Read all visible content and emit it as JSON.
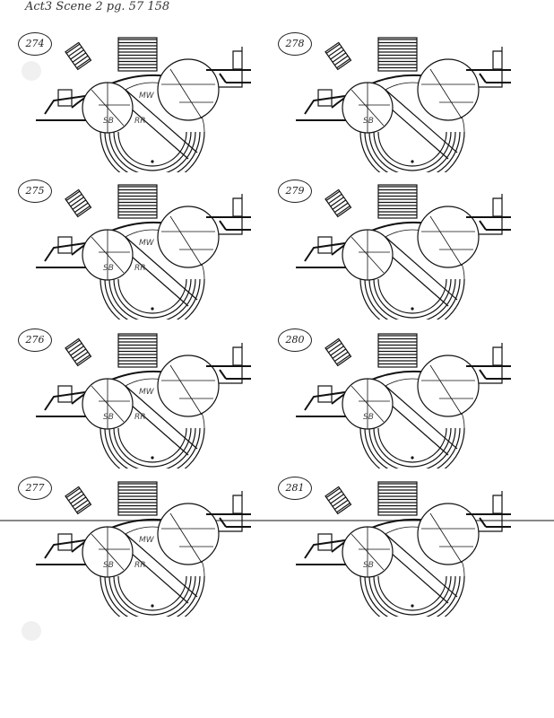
{
  "header": "Act3 Scene 2 pg. 57 158",
  "panels": [
    {
      "number": "274",
      "labels": [
        "MW",
        "SB",
        "RR"
      ]
    },
    {
      "number": "278",
      "labels": [
        "SB"
      ]
    },
    {
      "number": "275",
      "labels": [
        "MW",
        "SB",
        "RR"
      ]
    },
    {
      "number": "279",
      "labels": []
    },
    {
      "number": "276",
      "labels": [
        "MW",
        "SB",
        "RR"
      ]
    },
    {
      "number": "280",
      "labels": [
        "SB"
      ]
    },
    {
      "number": "277",
      "labels": [
        "MW",
        "SB",
        "RR"
      ]
    },
    {
      "number": "281",
      "labels": [
        "SB"
      ]
    }
  ]
}
